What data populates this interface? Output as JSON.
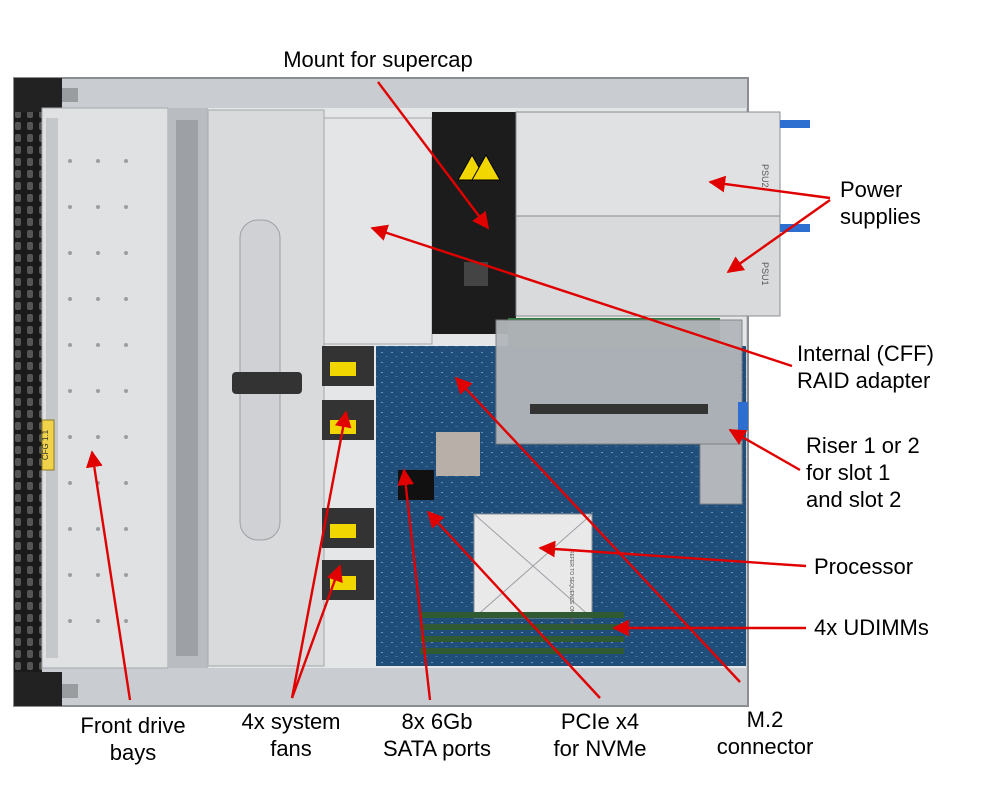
{
  "colors": {
    "arrow": "#e00000",
    "chassis": "#c9ccd0",
    "sheet_metal": "#dfe1e3",
    "board_blue": "#1f4e7a",
    "board_green": "#2e7a3a",
    "warning_yellow": "#f2d600",
    "handle_blue": "#2d6fd0"
  },
  "labels": {
    "supercap": [
      "Mount for supercap"
    ],
    "power": [
      "Power",
      "supplies"
    ],
    "raid": [
      "Internal (CFF)",
      "RAID adapter"
    ],
    "riser": [
      "Riser 1 or 2",
      "for slot 1",
      "and slot 2"
    ],
    "processor": [
      "Processor"
    ],
    "udimms": [
      "4x UDIMMs"
    ],
    "m2": [
      "M.2",
      "connector"
    ],
    "pcie": [
      "PCIe x4",
      "for NVMe"
    ],
    "sata": [
      "8x 6Gb",
      "SATA ports"
    ],
    "fans": [
      "4x system",
      "fans"
    ],
    "drive_bays": [
      "Front drive",
      "bays"
    ]
  },
  "hardware_text": {
    "psu_top": "PSU2",
    "psu_bottom": "PSU1",
    "front_tag": "CFG 1.1",
    "cpu_heatsink": "REFER TO SEQUENCE ON LABEL"
  },
  "icons": [
    "warning-triangle-icon",
    "arrow-icon"
  ]
}
